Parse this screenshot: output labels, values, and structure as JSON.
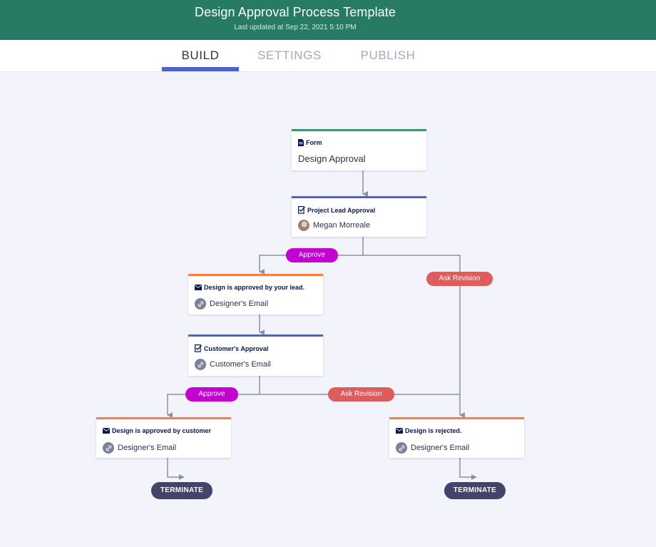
{
  "header": {
    "title": "Design Approval Process Template",
    "subtitle": "Last updated at Sep 22, 2021 5:10 PM"
  },
  "tabs": [
    {
      "label": "BUILD",
      "active": true
    },
    {
      "label": "SETTINGS",
      "active": false
    },
    {
      "label": "PUBLISH",
      "active": false
    }
  ],
  "colors": {
    "header_bg": "#277a63",
    "tab_accent": "#4c62d1",
    "form_bar": "#18a864",
    "approval_bar": "#4c62d1",
    "email_bar": "#ff7b47",
    "approve_pill": "#c300d1",
    "revision_pill": "#e05c5c",
    "terminate_bg": "#44436a"
  },
  "flow": {
    "form": {
      "type_label": "Form",
      "name": "Design Approval",
      "icon": "document-icon"
    },
    "lead_approval": {
      "type_label": "Project Lead Approval",
      "assignee": "Megan Morreale",
      "icon": "approval-icon"
    },
    "lead_approved_email": {
      "type_label": "Design is approved by your lead.",
      "recipient": "Designer's Email",
      "icon": "envelope-icon"
    },
    "customer_approval": {
      "type_label": "Customer's Approval",
      "assignee": "Customer's Email",
      "icon": "approval-icon"
    },
    "customer_approved_email": {
      "type_label": "Design is approved by customer",
      "recipient": "Designer's Email",
      "icon": "envelope-icon"
    },
    "rejected_email": {
      "type_label": "Design is rejected.",
      "recipient": "Designer's Email",
      "icon": "envelope-icon"
    },
    "branches": {
      "approve": "Approve",
      "ask_revision": "Ask Revision"
    },
    "terminate_label": "TERMINATE"
  }
}
